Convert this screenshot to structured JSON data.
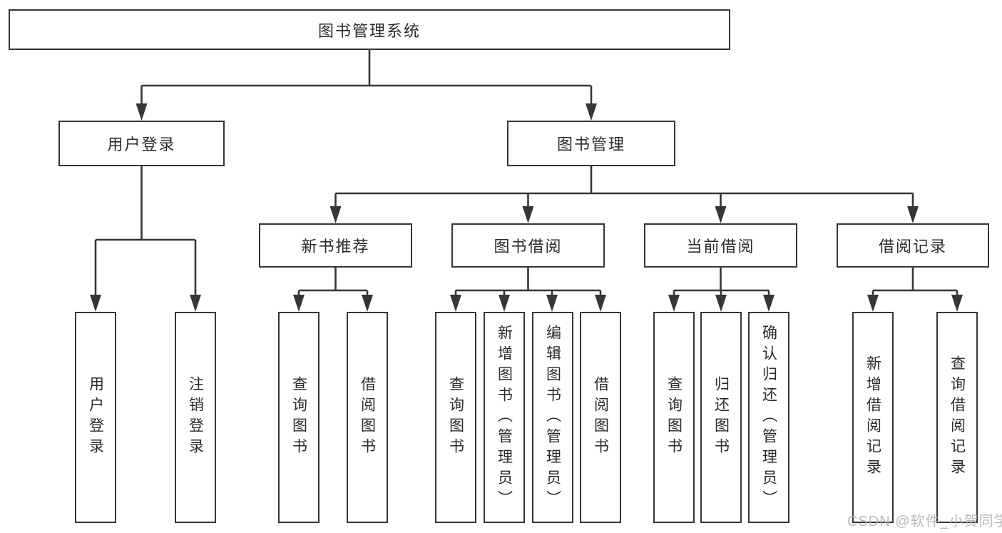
{
  "diagram": {
    "type": "hierarchy-tree",
    "root": {
      "label": "图书管理系统",
      "children": [
        {
          "label": "用户登录",
          "children": [
            {
              "label": "用户登录"
            },
            {
              "label": "注销登录"
            }
          ]
        },
        {
          "label": "图书管理",
          "children": [
            {
              "label": "新书推荐",
              "children": [
                {
                  "label": "查询图书"
                },
                {
                  "label": "借阅图书"
                }
              ]
            },
            {
              "label": "图书借阅",
              "children": [
                {
                  "label": "查询图书"
                },
                {
                  "label": "新增图书（管理员）"
                },
                {
                  "label": "编辑图书（管理员）"
                },
                {
                  "label": "借阅图书"
                }
              ]
            },
            {
              "label": "当前借阅",
              "children": [
                {
                  "label": "查询图书"
                },
                {
                  "label": "归还图书"
                },
                {
                  "label": "确认归还（管理员）"
                }
              ]
            },
            {
              "label": "借阅记录",
              "children": [
                {
                  "label": "新增借阅记录"
                },
                {
                  "label": "查询借阅记录"
                }
              ]
            }
          ]
        }
      ]
    }
  },
  "watermark": {
    "text": "CSDN @软件_小贺同学"
  },
  "colors": {
    "line": "#363636",
    "text": "#2b2b2b",
    "background": "#ffffff",
    "box_background": "#ffffff",
    "watermark": "#b3b3b3"
  }
}
